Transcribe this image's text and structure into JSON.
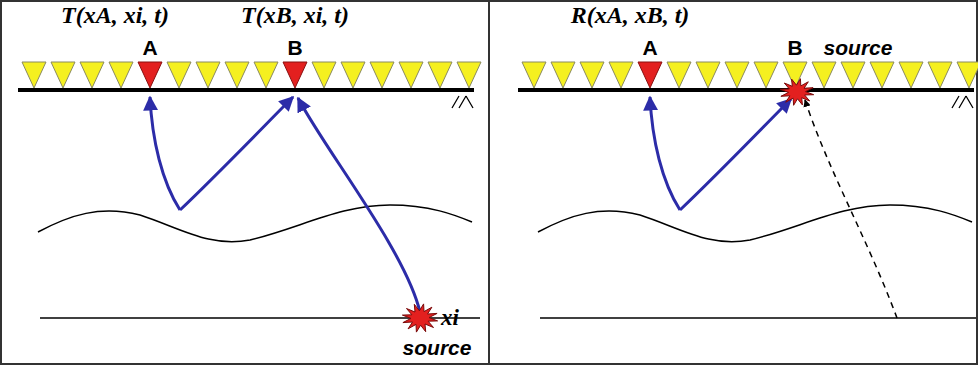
{
  "diagram": {
    "labels": [
      "T(xA, xi, t)",
      "T(xB, xi, t)",
      "A",
      "B",
      "xi",
      "source",
      "R(xA, xB, t)",
      "source",
      "A",
      "B"
    ]
  }
}
